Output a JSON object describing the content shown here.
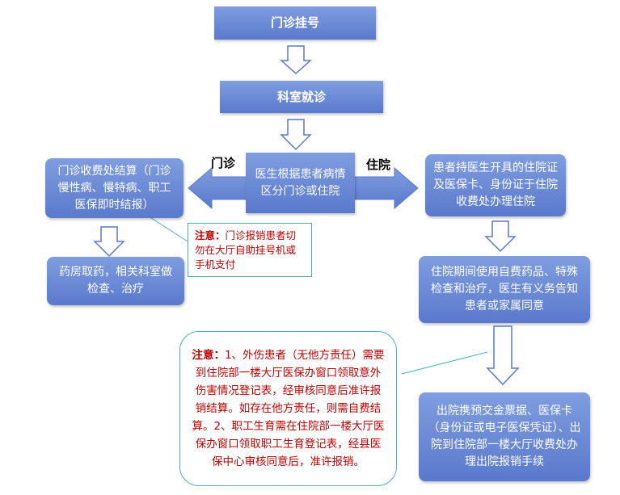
{
  "nodes": {
    "registration": "门诊挂号",
    "department_visit": "科室就诊",
    "doctor_decision": "医生根据患者病情区分门诊或住院",
    "outpatient_billing": "门诊收费处结算（门诊慢性病、慢特病、职工医保即时结报）",
    "pharmacy": "药房取药，相关科室做检查、治疗",
    "inpatient_admission": "患者持医生开具的住院证及医保卡、身份证于住院收费处办理住院",
    "inpatient_stay": "住院期间使用自费药品、特殊检查和治疗，医生有义务告知患者或家属同意",
    "discharge": "出院携预交金票据、医保卡（身份证或电子医保凭证）、出院到住院部一楼大厅收费处办理出院报销手续"
  },
  "branch_labels": {
    "outpatient": "门诊",
    "inpatient": "住院"
  },
  "notes": {
    "outpatient_note": {
      "prefix": "注意：",
      "text": "门诊报销患者切勿在大厅自助挂号机或手机支付"
    },
    "inpatient_note": {
      "prefix": "注意：",
      "text": "1、外伤患者（无他方责任）需要到住院部一楼大厅医保办窗口领取意外伤害情况登记表，经审核同意后准许报销结算。如存在他方责任，则需自费结算。2、职工生育需在住院部一楼大厅医保办窗口领取职工生育登记表，经县医保中心审核同意后，准许报销。"
    }
  },
  "colors": {
    "box_top": "#7f9ddf",
    "box_bottom": "#5a79cc",
    "note_accent": "#c00000",
    "connector": "#4bb3b0"
  }
}
